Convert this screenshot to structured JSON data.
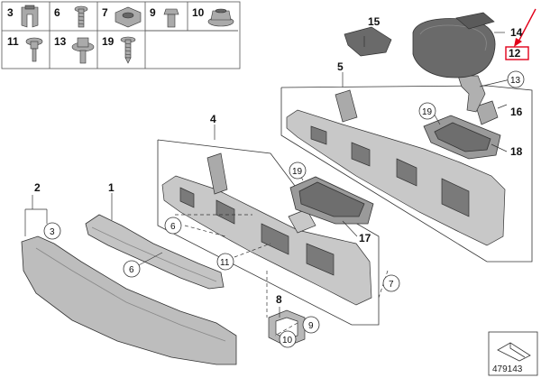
{
  "legend_parts": [
    "3",
    "6",
    "7",
    "9",
    "10",
    "11",
    "13",
    "19"
  ],
  "labels": {
    "p1": "1",
    "p2": "2",
    "p3": "3",
    "p4": "4",
    "p5": "5",
    "p6": "6",
    "p7": "7",
    "p8": "8",
    "p9": "9",
    "p10": "10",
    "p11": "11",
    "p12": "12",
    "p13": "13",
    "p14": "14",
    "p15": "15",
    "p16": "16",
    "p17": "17",
    "p18": "18",
    "p19": "19"
  },
  "diagram_number": "479143",
  "colors": {
    "highlight": "#e2001a",
    "line": "#333333",
    "part_fill": "#b8b8b8",
    "part_dark": "#5a5a5a"
  }
}
